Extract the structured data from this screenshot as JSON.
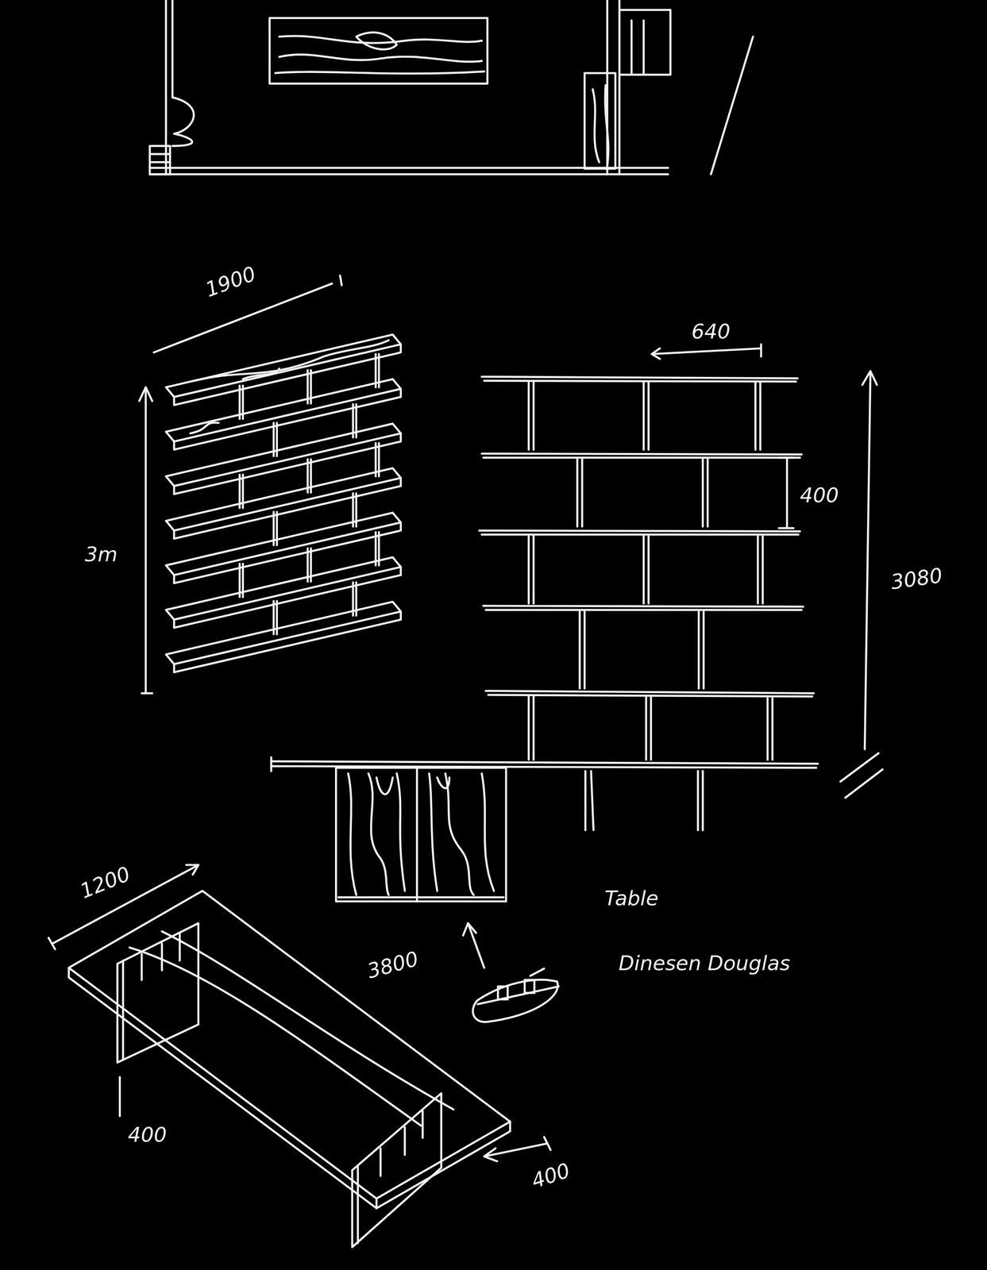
{
  "diagram": {
    "labels": [
      "1900",
      "3m",
      "640",
      "400",
      "3080",
      "1200",
      "3800",
      "Table",
      "Dinesen Douglas",
      "400",
      "400"
    ]
  }
}
